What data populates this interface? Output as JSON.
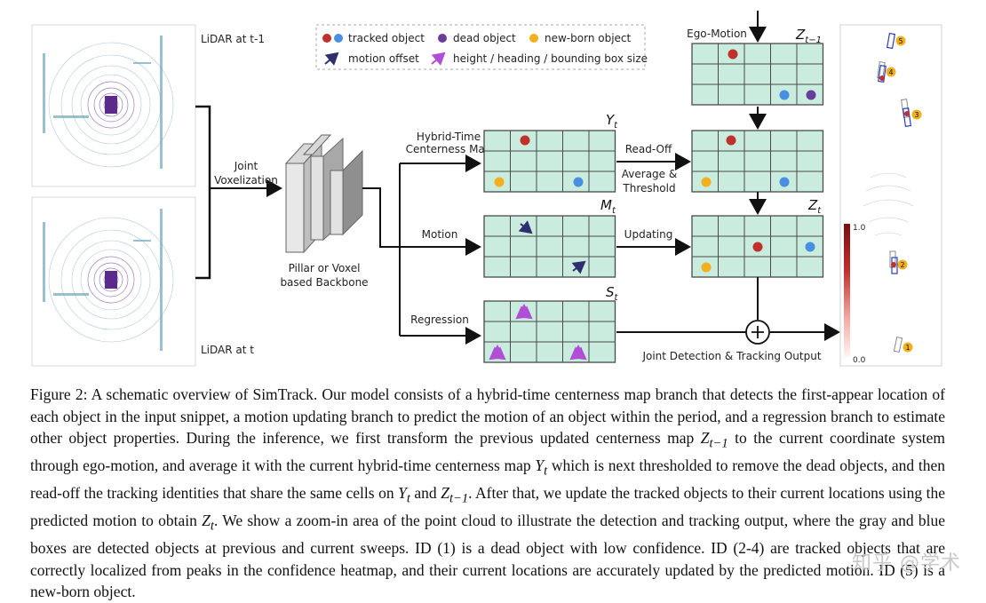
{
  "figure": {
    "lidar_prev_label": "LiDAR at t-1",
    "lidar_cur_label": "LiDAR at t",
    "joint_voxel_line1": "Joint",
    "joint_voxel_line2": "Voxelization",
    "backbone_line1": "Pillar or Voxel",
    "backbone_line2": "based Backbone",
    "branch_hybrid_line1": "Hybrid-Time",
    "branch_hybrid_line2": "Centerness Map",
    "branch_motion": "Motion",
    "branch_regression": "Regression",
    "readoff": "Read-Off",
    "average_line1": "Average &",
    "average_line2": "Threshold",
    "updating": "Updating",
    "ego_motion": "Ego-Motion",
    "joint_output": "Joint Detection & Tracking Output",
    "map_y_symbol": "Y",
    "map_y_sub": "t",
    "map_m_symbol": "M",
    "map_m_sub": "t",
    "map_s_symbol": "S",
    "map_s_sub": "t",
    "map_zprev_symbol": "Z",
    "map_zprev_sub": "t−1",
    "map_zt_symbol": "Z",
    "map_zt_sub": "t",
    "colorbar_max": "1.0",
    "colorbar_min": "0.0",
    "ids": [
      "1",
      "2",
      "3",
      "4",
      "5"
    ]
  },
  "legend": {
    "tracked": "tracked object",
    "dead": "dead object",
    "newborn": "new-born object",
    "motion_offset": "motion offset",
    "size": "height / heading / bounding box size"
  },
  "colors": {
    "grid_fill": "#c9ecdf",
    "grid_line": "#4a4a4a",
    "tracked_red": "#c0302c",
    "tracked_blue": "#4a90e2",
    "dead_purple": "#6a3d9a",
    "newborn_yellow": "#f2b01e",
    "arrow_navy": "#2f2f6f",
    "arrow_magenta": "#b04fd6"
  },
  "caption": {
    "p1": "Figure 2: A schematic overview of SimTrack. Our model consists of a hybrid-time centerness map branch that detects the first-appear location of each object in the input snippet, a motion updating branch to predict the motion of an object within the period, and a regression branch to estimate other object properties. During the inference, we first transform the previous updated centerness map ",
    "m1": "Z",
    "m1sub": "t−1",
    "p2": " to the current coordinate system through ego-motion, and average it with the current hybrid-time centerness map ",
    "m2": "Y",
    "m2sub": "t",
    "p3": " which is next thresholded to remove the dead objects, and then read-off the tracking identities that share the same cells on ",
    "m3": "Y",
    "m3sub": "t",
    "p4": " and ",
    "m4": "Z",
    "m4sub": "t−1",
    "p5": ". After that, we update the tracked objects to their current locations using the predicted motion to obtain ",
    "m5": "Z",
    "m5sub": "t",
    "p6": ". We show a zoom-in area of the point cloud to illustrate the detection and tracking output, where the gray and blue boxes are detected objects at previous and current sweeps. ID (1) is a dead object with low confidence. ID (2-4) are tracked objects that are correctly localized from peaks in the confidence heatmap, and their current locations are accurately updated by the predicted motion. ID (5) is a new-born object."
  },
  "watermark": "知乎 @学术"
}
